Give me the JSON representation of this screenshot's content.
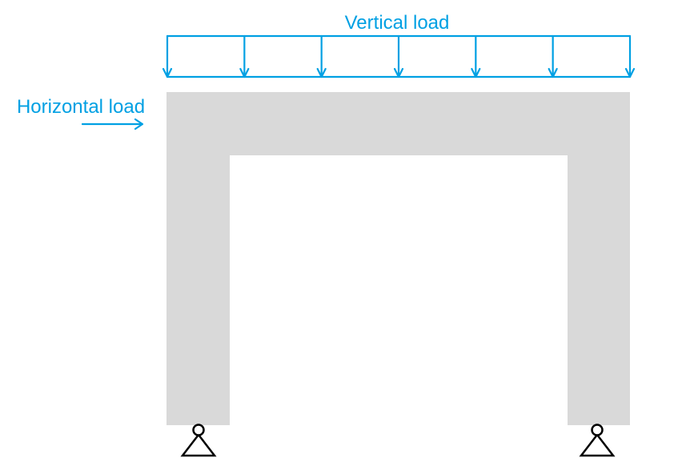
{
  "labels": {
    "vertical_load": "Vertical load",
    "horizontal_load": "Horizontal load"
  },
  "colors": {
    "load": "#00a0e3",
    "frame": "#d9d9d9",
    "support_stroke": "#000000",
    "background": "#ffffff"
  },
  "diagram": {
    "structure": "portal frame",
    "vertical_load_arrow_count": 7,
    "horizontal_load_direction": "right",
    "supports": [
      "pin",
      "pin"
    ]
  }
}
